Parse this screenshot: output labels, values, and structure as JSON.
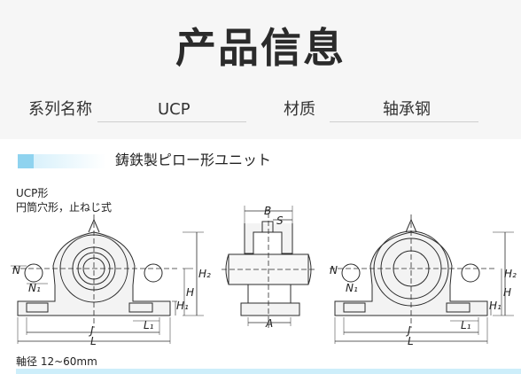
{
  "header": {
    "title": "产品信息"
  },
  "info": {
    "series_label": "系列名称",
    "series_value": "UCP",
    "material_label": "材质",
    "material_value": "轴承钢"
  },
  "drawing": {
    "title": "鋳鉄製ピロー形ユニット",
    "model_line": "UCP形",
    "type_line": "円筒穴形，止ねじ式",
    "labels": {
      "B": "B",
      "S": "S",
      "A": "A",
      "N": "N",
      "N1": "N₁",
      "H": "H",
      "H1": "H₁",
      "H2": "H₂",
      "J": "J",
      "L": "L",
      "L1": "L₁"
    },
    "range_line": "軸径  12~60mm"
  },
  "colors": {
    "accent": "#8fd3ef",
    "accent_light": "#cdeefa",
    "line": "#2b2b2b",
    "bg_top": "#f6f6f6"
  }
}
